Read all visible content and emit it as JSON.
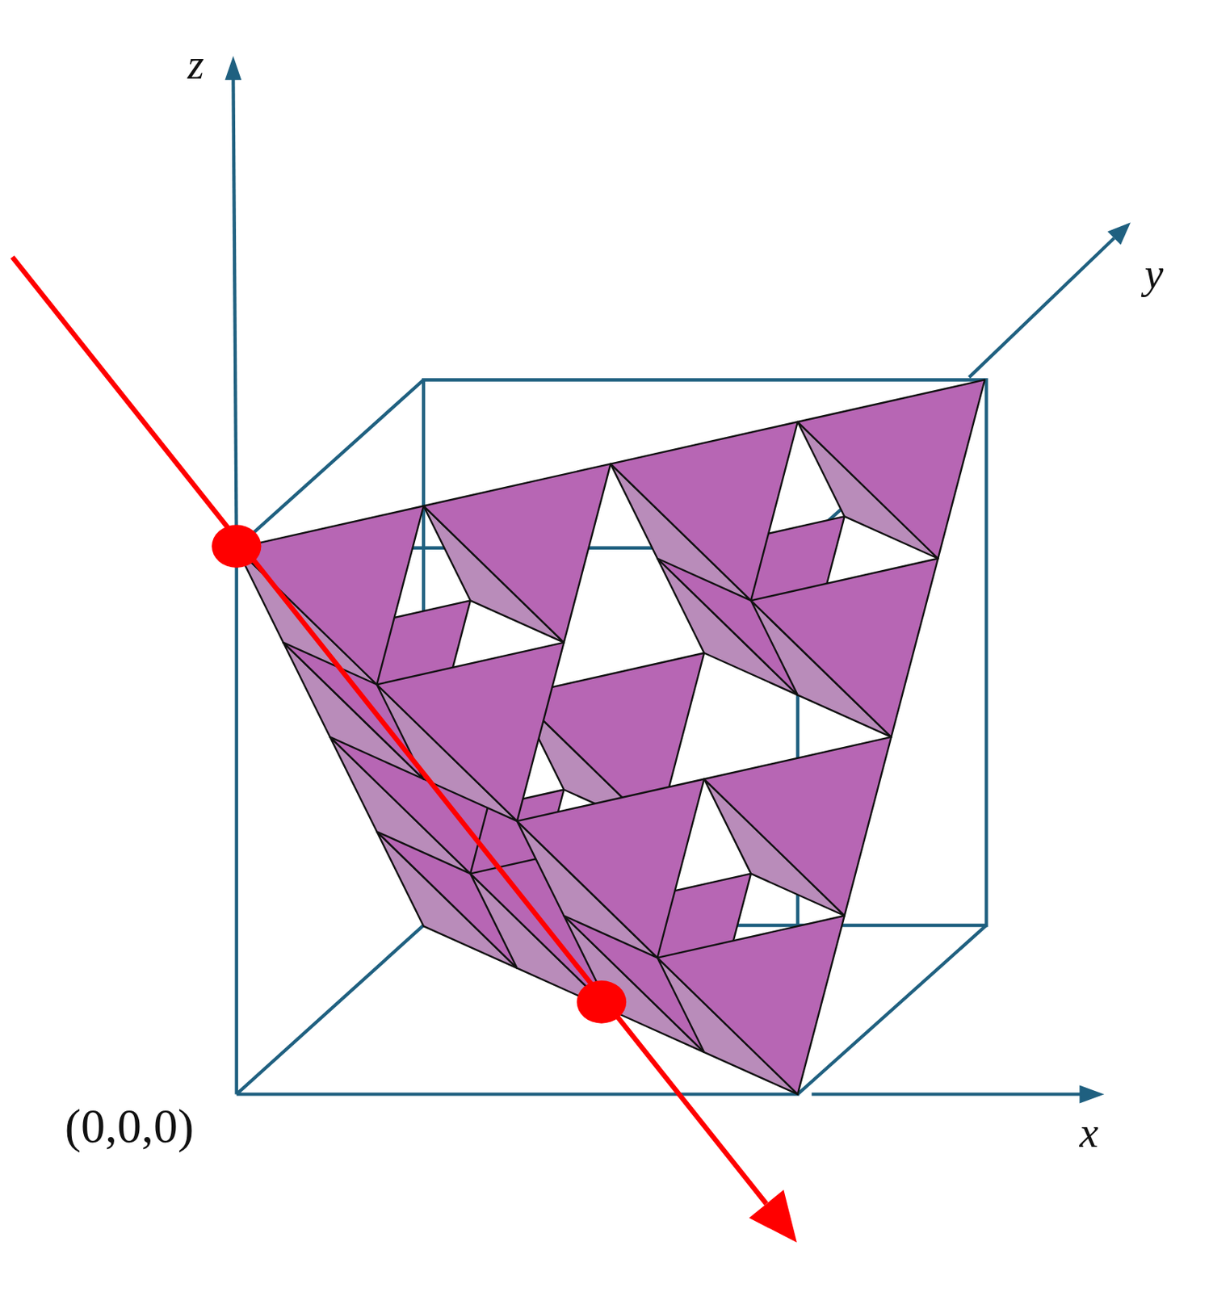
{
  "diagram": {
    "labels": [
      "z",
      "y",
      "x",
      "(0,0,0)"
    ]
  }
}
